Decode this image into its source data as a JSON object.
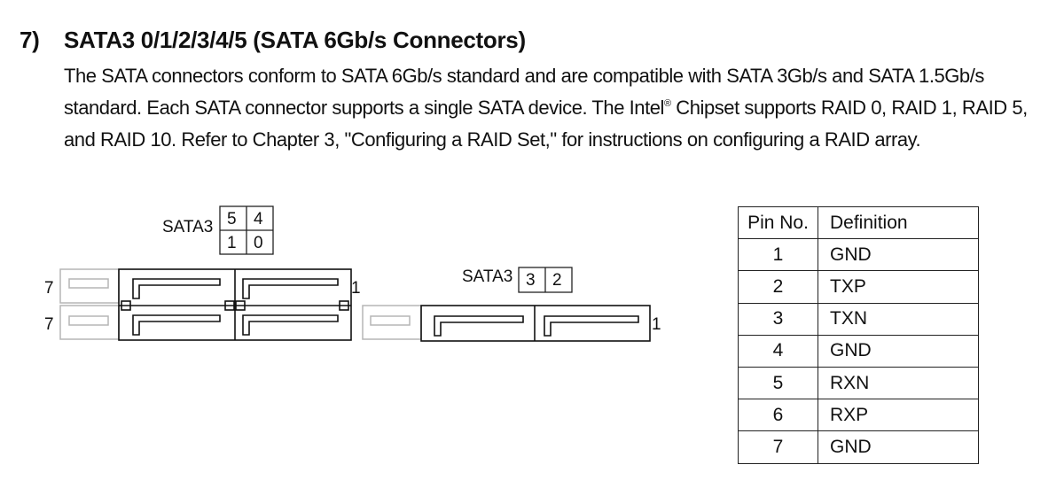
{
  "section": {
    "number": "7)",
    "title": "SATA3 0/1/2/3/4/5 (SATA 6Gb/s Connectors)",
    "para_part1": "The SATA connectors conform to SATA 6Gb/s standard and are compatible with SATA 3Gb/s and SATA 1.5Gb/s standard. Each SATA connector supports a single SATA device. The Intel",
    "registered_mark": "®",
    "para_part2": " Chipset supports RAID 0, RAID 1, RAID 5, and RAID 10. Refer to Chapter 3, \"Configuring a RAID Set,\" for instructions on configuring a RAID array."
  },
  "diagram": {
    "left_group": {
      "label": "SATA3",
      "ports": [
        "5",
        "4",
        "1",
        "0"
      ],
      "pin_labels": [
        "7",
        "7",
        "1"
      ]
    },
    "right_group": {
      "label": "SATA3",
      "ports": [
        "3",
        "2"
      ],
      "pin_labels": [
        "1"
      ]
    }
  },
  "pin_table": {
    "headers": [
      "Pin No.",
      "Definition"
    ],
    "rows": [
      [
        "1",
        "GND"
      ],
      [
        "2",
        "TXP"
      ],
      [
        "3",
        "TXN"
      ],
      [
        "4",
        "GND"
      ],
      [
        "5",
        "RXN"
      ],
      [
        "6",
        "RXP"
      ],
      [
        "7",
        "GND"
      ]
    ]
  }
}
